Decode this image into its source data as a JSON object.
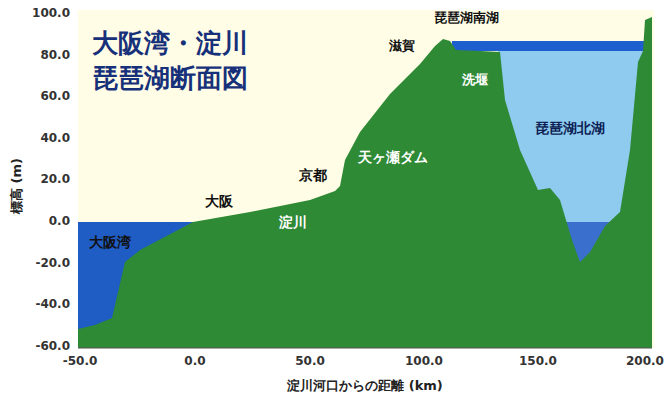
{
  "diagram": {
    "title": "大阪湾・淀川 琵琶湖断面図",
    "labels": [
      "大阪湾",
      "大阪",
      "京都",
      "淀川",
      "天ヶ瀬ダム",
      "滋賀",
      "琵琶湖南湖",
      "洗堰",
      "琵琶湖北湖",
      "標高 (m)",
      "100.0",
      "80.0",
      "60.0",
      "40.0",
      "20.0",
      "0.0",
      "-20.0",
      "-40.0",
      "-60.0",
      "-50.0",
      "0.0",
      "50.0",
      "100.0",
      "150.0",
      "200.0",
      "淀川河口からの距離 (km)"
    ]
  }
}
